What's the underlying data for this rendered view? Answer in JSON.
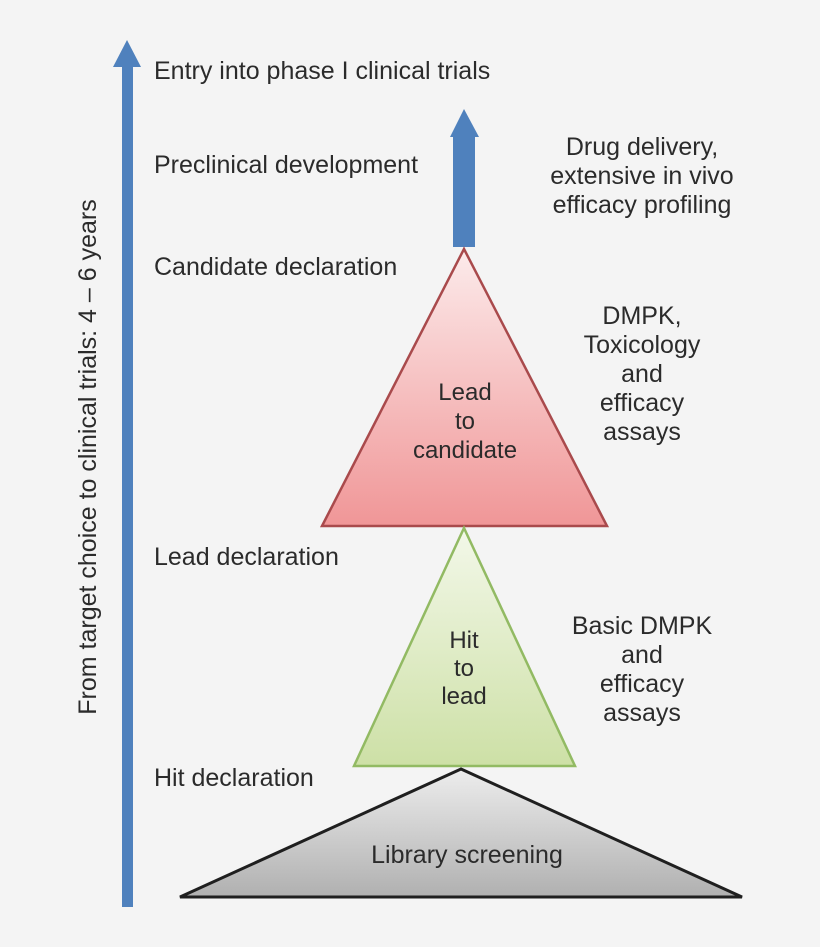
{
  "colors": {
    "background": "#f4f4f4",
    "text": "#2b2b2b",
    "arrow_blue": "#4f81bd",
    "red_top": "#fcebeb",
    "red_bottom": "#f09697",
    "red_border": "#a94a4c",
    "green_top": "#f3f8e9",
    "green_bottom": "#cde0a6",
    "green_border": "#92ba63",
    "gray_top": "#ededed",
    "gray_bottom": "#b0b0b0",
    "gray_border": "#1f1f1f"
  },
  "timeline": {
    "axis_label": "From target choice to clinical trials: 4 – 6 years"
  },
  "milestones": [
    {
      "label": "Entry into phase I clinical trials"
    },
    {
      "label": "Preclinical development"
    },
    {
      "label": "Candidate declaration"
    },
    {
      "label": "Lead declaration"
    },
    {
      "label": "Hit declaration"
    }
  ],
  "stages": [
    {
      "name": "lead-to-candidate",
      "lines": [
        "Lead",
        "to",
        "candidate"
      ]
    },
    {
      "name": "hit-to-lead",
      "lines": [
        "Hit",
        "to",
        "lead"
      ]
    },
    {
      "name": "library-screening",
      "lines": [
        "Library screening"
      ]
    }
  ],
  "annotations": [
    {
      "lines": [
        "Drug delivery,",
        "extensive in vivo",
        "efficacy profiling"
      ]
    },
    {
      "lines": [
        "DMPK,",
        "Toxicology",
        "and",
        "efficacy",
        "assays"
      ]
    },
    {
      "lines": [
        "Basic DMPK",
        "and",
        "efficacy",
        "assays"
      ]
    }
  ]
}
